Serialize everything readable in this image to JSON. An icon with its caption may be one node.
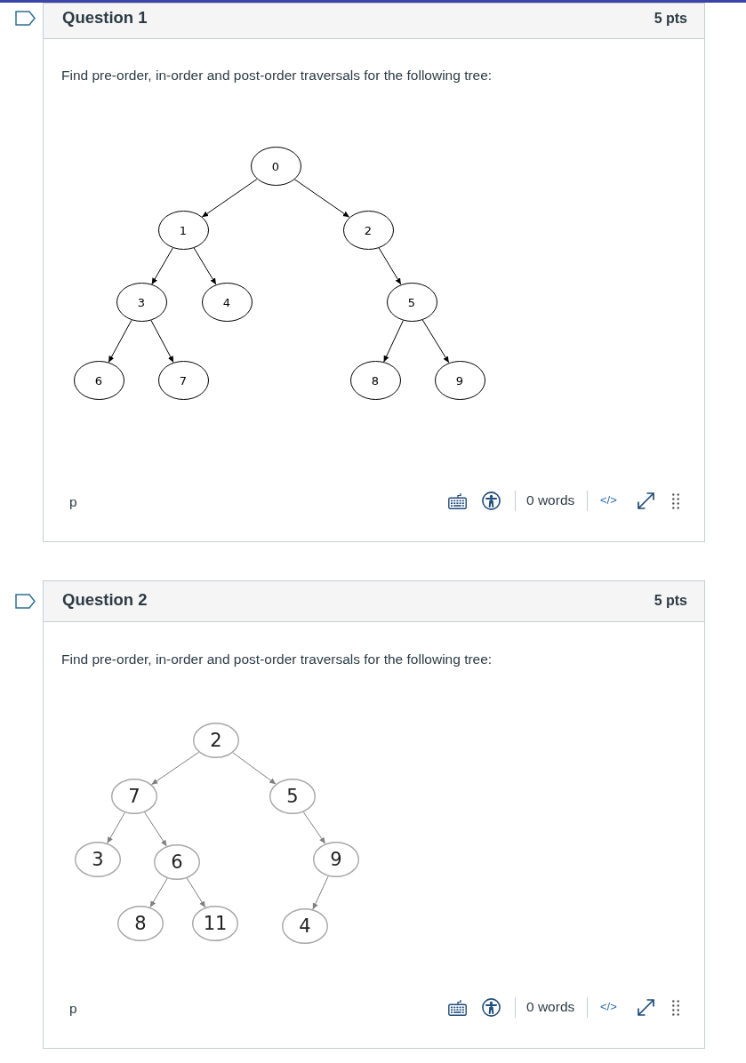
{
  "diagram": {
    "nodes": [
      {
        "text": [
          "Question 1",
          "5 pts",
          "Find pre-order, in-order and post-order traversals for the following tree:"
        ]
      },
      {
        "text": [
          "0"
        ],
        "in": 0
      },
      {
        "text": [
          "1"
        ],
        "in": 0
      },
      {
        "text": [
          "2"
        ],
        "in": 0
      },
      {
        "text": [
          "3"
        ],
        "in": 0
      },
      {
        "text": [
          "4"
        ],
        "in": 0
      },
      {
        "text": [
          "5"
        ],
        "in": 0
      },
      {
        "text": [
          "6"
        ],
        "in": 0
      },
      {
        "text": [
          "7"
        ],
        "in": 0
      },
      {
        "text": [
          "8"
        ],
        "in": 0
      },
      {
        "text": [
          "9"
        ],
        "in": 0
      },
      {
        "text": [
          "Question 2",
          "5 pts",
          "Find pre-order, in-order and post-order traversals for the following tree:"
        ]
      },
      {
        "text": [
          "2"
        ],
        "in": 11
      },
      {
        "text": [
          "7"
        ],
        "in": 11
      },
      {
        "text": [
          "5"
        ],
        "in": 11
      },
      {
        "text": [
          "3"
        ],
        "in": 11
      },
      {
        "text": [
          "6"
        ],
        "in": 11
      },
      {
        "text": [
          "9"
        ],
        "in": 11
      },
      {
        "text": [
          "8"
        ],
        "in": 11
      },
      {
        "text": [
          "11"
        ],
        "in": 11
      },
      {
        "text": [
          "4"
        ],
        "in": 11
      }
    ],
    "edges": [
      {
        "from": 1,
        "to": 2,
        "arrow": "to"
      },
      {
        "from": 1,
        "to": 3,
        "arrow": "to"
      },
      {
        "from": 2,
        "to": 4,
        "arrow": "to"
      },
      {
        "from": 2,
        "to": 5,
        "arrow": "to"
      },
      {
        "from": 3,
        "to": 6,
        "arrow": "to"
      },
      {
        "from": 4,
        "to": 7,
        "arrow": "to"
      },
      {
        "from": 4,
        "to": 8,
        "arrow": "to"
      },
      {
        "from": 6,
        "to": 9,
        "arrow": "to"
      },
      {
        "from": 6,
        "to": 10,
        "arrow": "to"
      },
      {
        "from": 12,
        "to": 13,
        "arrow": "to",
        "color": "#7f7f7f"
      },
      {
        "from": 12,
        "to": 14,
        "arrow": "to",
        "color": "#7f7f7f"
      },
      {
        "from": 13,
        "to": 15,
        "arrow": "to",
        "color": "#7f7f7f"
      },
      {
        "from": 13,
        "to": 16,
        "arrow": "to",
        "color": "#7f7f7f"
      },
      {
        "from": 16,
        "to": 18,
        "arrow": "to",
        "color": "#7f7f7f"
      },
      {
        "from": 16,
        "to": 19,
        "arrow": "to",
        "color": "#7f7f7f"
      },
      {
        "from": 14,
        "to": 17,
        "arrow": "to",
        "color": "#7f7f7f"
      },
      {
        "from": 17,
        "to": 20,
        "arrow": "to",
        "color": "#7f7f7f"
      }
    ],
    "labels": [
      "p",
      "0 words",
      "</>",
      "p",
      "0 words",
      "</>"
    ]
  }
}
